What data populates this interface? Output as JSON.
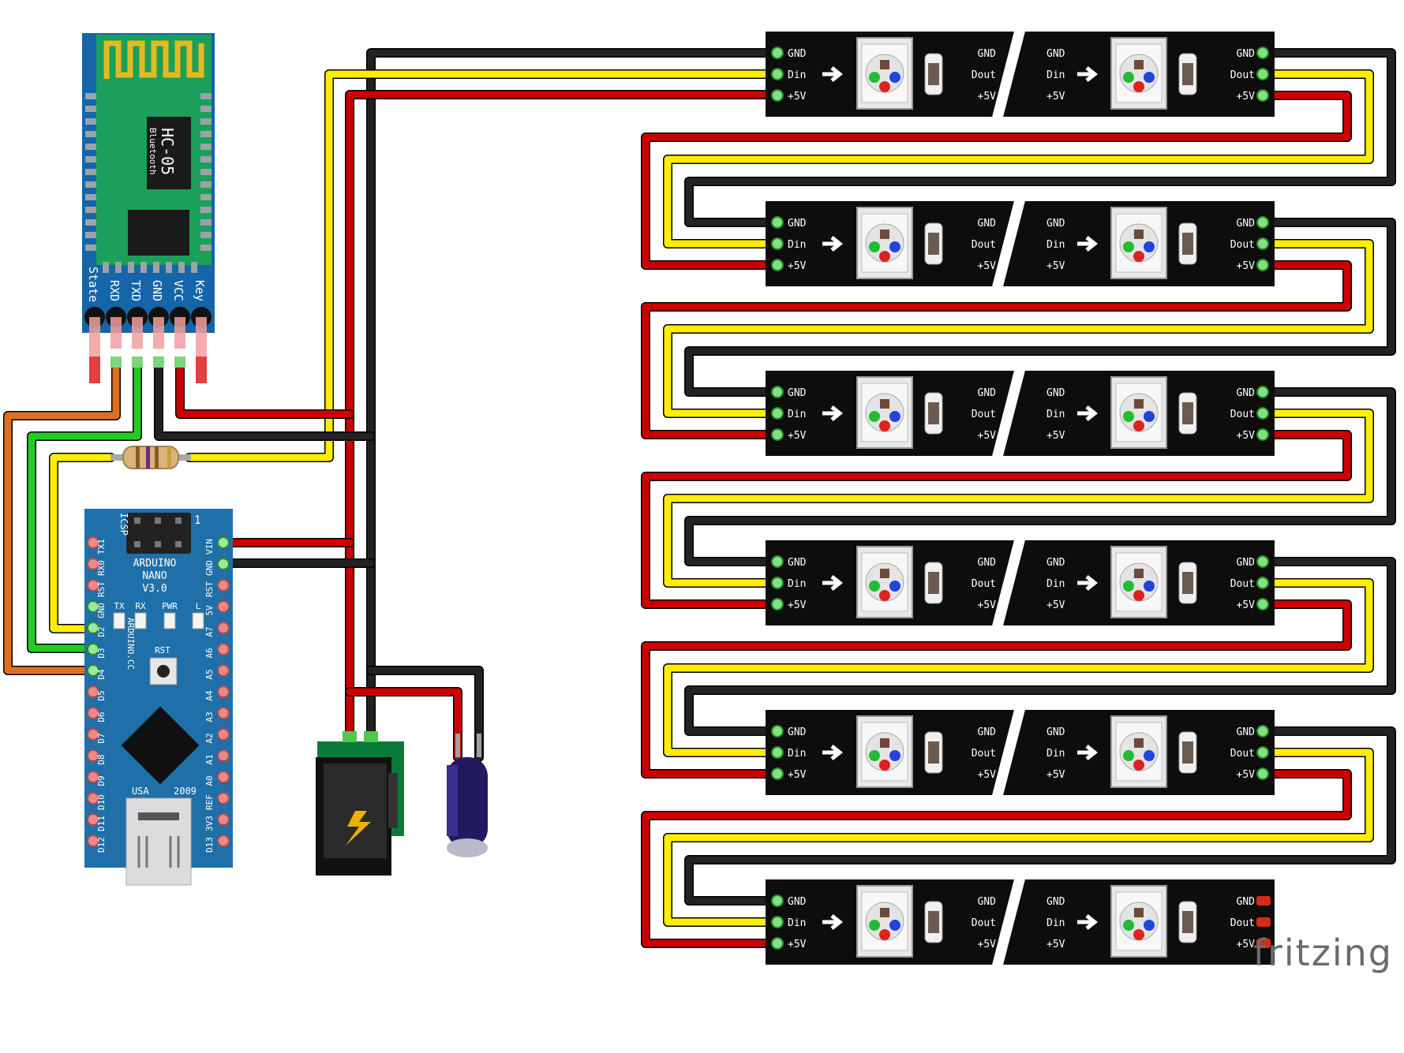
{
  "bt_module": {
    "name": "HC-05",
    "subtitle": "Bluetooth",
    "pins": [
      "State",
      "RXD",
      "TXD",
      "GND",
      "VCC",
      "Key"
    ]
  },
  "arduino": {
    "title_lines": [
      "ARDUINO",
      "NANO",
      "V3.0"
    ],
    "side_text": "ARDUINO.CC",
    "usa": "USA",
    "year": "2009",
    "rst": "RST",
    "icsp": "ICSP",
    "icsp_one": "1",
    "leds": [
      "TX",
      "RX",
      "PWR",
      "L"
    ],
    "left_pins": [
      "TX1",
      "RX0",
      "RST",
      "GND",
      "D2",
      "D3",
      "D4",
      "D5",
      "D6",
      "D7",
      "D8",
      "D9",
      "D10",
      "D11",
      "D12"
    ],
    "right_pins": [
      "VIN",
      "GND",
      "RST",
      "5V",
      "A7",
      "A6",
      "A5",
      "A4",
      "A3",
      "A2",
      "A1",
      "A0",
      "REF",
      "3V3",
      "D13"
    ]
  },
  "strip": {
    "left_labels": [
      "GND",
      "Din",
      "+5V"
    ],
    "mid_left_labels": [
      "GND",
      "Dout",
      "+5V"
    ],
    "mid_right_labels": [
      "GND",
      "Din",
      "+5V"
    ],
    "right_labels": [
      "GND",
      "Dout",
      "+5V"
    ],
    "count": 6
  },
  "colors": {
    "wire_red": "#cc0000",
    "wire_black": "#222222",
    "wire_yellow": "#ffee00",
    "wire_green": "#22cc22",
    "wire_orange": "#e07020",
    "board_blue": "#1f6fa8",
    "bt_green": "#1aa05a",
    "strip_black": "#0d0d0d"
  },
  "logo": "fritzing"
}
